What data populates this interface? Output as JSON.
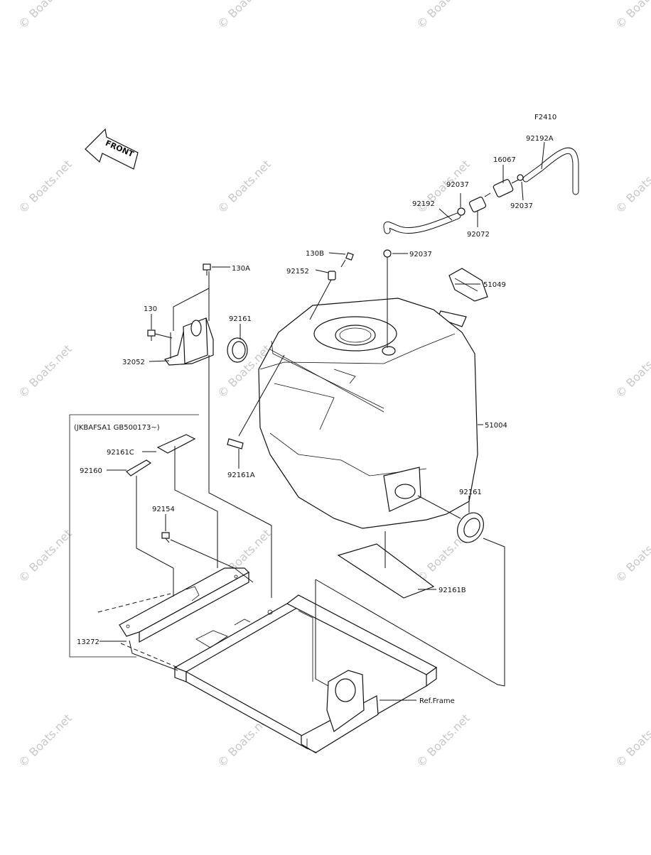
{
  "figure_code": "F2410",
  "front_arrow_label": "FRONT",
  "variant_box_label": "(JKBAFSA1 GB500173~)",
  "watermark_text": "© Boats.net",
  "part_labels": {
    "p92192A": "92192A",
    "p16067": "16067",
    "p92037_a": "92037",
    "p92037_b": "92037",
    "p92192": "92192",
    "p92072": "92072",
    "p130B": "130B",
    "p92037_c": "92037",
    "p92152": "92152",
    "p130A": "130A",
    "p51049": "51049",
    "p130": "130",
    "p92161_a": "92161",
    "p32052": "32052",
    "p51004": "51004",
    "p92161C": "92161C",
    "p92160": "92160",
    "p92161A": "92161A",
    "p92161_b": "92161",
    "p92154": "92154",
    "p92161B": "92161B",
    "p13272": "13272",
    "ref_frame": "Ref.Frame"
  }
}
